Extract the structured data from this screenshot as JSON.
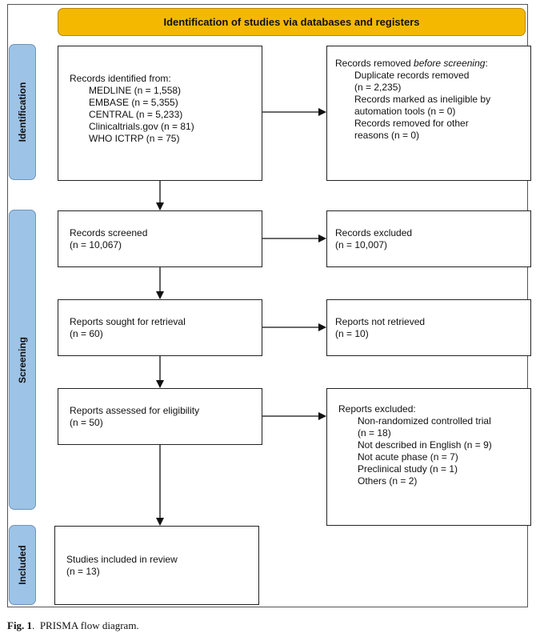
{
  "header": {
    "title": "Identification of studies via databases and registers"
  },
  "phases": {
    "identification": "Identification",
    "screening": "Screening",
    "included": "Included"
  },
  "identified": {
    "heading": "Records identified from:",
    "items": [
      "MEDLINE (n = 1,558)",
      "EMBASE (n = 5,355)",
      "CENTRAL (n = 5,233)",
      "Clinicaltrials.gov (n = 81)",
      "WHO ICTRP (n = 75)"
    ]
  },
  "removed": {
    "heading_prefix": "Records removed ",
    "heading_italic": "before screening",
    "heading_suffix": ":",
    "items": [
      "Duplicate records removed (n = 2,235)",
      "Records marked as ineligible by automation tools (n = 0)",
      "Records removed for other reasons (n = 0)"
    ]
  },
  "screened": {
    "label": "Records screened",
    "count": "(n = 10,067)"
  },
  "excluded": {
    "label": "Records excluded",
    "count": "(n = 10,007)"
  },
  "sought": {
    "label": "Reports sought for retrieval",
    "count": "(n = 60)"
  },
  "not_retrieved": {
    "label": "Reports not retrieved",
    "count": "(n = 10)"
  },
  "assessed": {
    "label": "Reports assessed for eligibility",
    "count": "(n = 50)"
  },
  "reports_excluded": {
    "heading": "Reports excluded:",
    "items": [
      "Non-randomized controlled trial (n = 18)",
      "Not described in English (n = 9)",
      "Not acute phase (n = 7)",
      "Preclinical study (n = 1)",
      "Others (n = 2)"
    ]
  },
  "included": {
    "label": "Studies included in review",
    "count": "(n = 13)"
  },
  "caption": {
    "label": "Fig. 1",
    "text": "PRISMA flow diagram."
  }
}
